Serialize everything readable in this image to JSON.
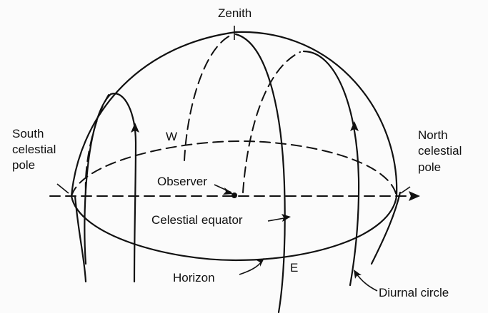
{
  "diagram": {
    "labels": {
      "zenith": "Zenith",
      "west": "W",
      "east": "E",
      "south_pole": [
        "South",
        "celestial",
        "pole"
      ],
      "north_pole": [
        "North",
        "celestial",
        "pole"
      ],
      "observer": "Observer",
      "celestial_equator": "Celestial equator",
      "horizon": "Horizon",
      "diurnal_circle": "Diurnal circle"
    },
    "colors": {
      "ink": "#111111",
      "paper": "#fbfbfb"
    }
  }
}
